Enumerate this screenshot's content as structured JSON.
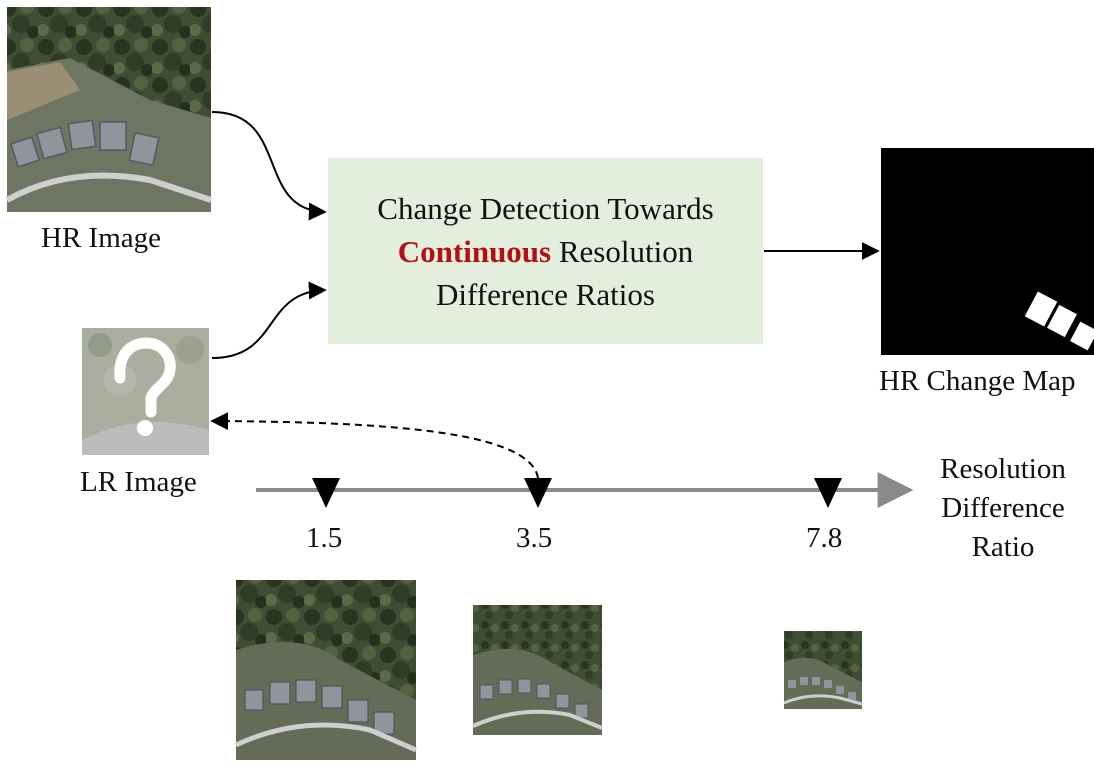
{
  "labels": {
    "hr_image": "HR Image",
    "lr_image": "LR Image",
    "hr_change_map": "HR Change Map"
  },
  "method_box": {
    "line1": "Change Detection Towards",
    "highlight": "Continuous",
    "line2_rest": " Resolution",
    "line3": "Difference Ratios"
  },
  "axis": {
    "title_lines": [
      "Resolution",
      "Difference",
      "Ratio"
    ],
    "ticks": [
      "1.5",
      "3.5",
      "7.8"
    ]
  },
  "colors": {
    "box_fill": "#e3efdc",
    "highlight": "#b40f12",
    "axis": "#888888",
    "change_map_bg": "#000000",
    "change_region": "#ffffff"
  },
  "icons": {
    "unknown": "question-mark-icon",
    "marker": "triangle-down-icon"
  }
}
